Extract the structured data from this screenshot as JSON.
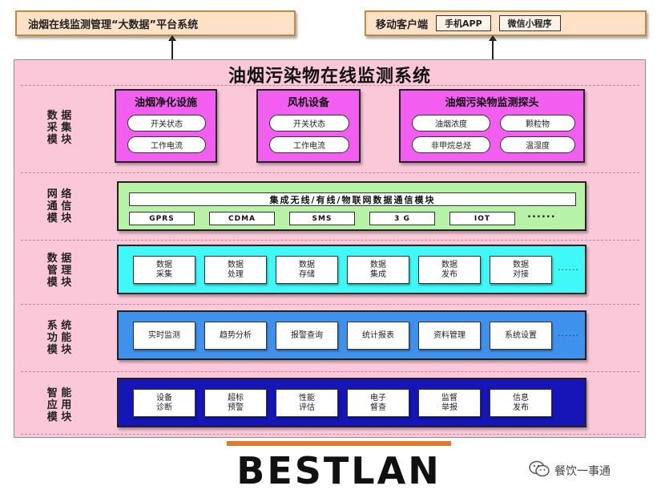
{
  "top": {
    "left_title": "油烟在线监测管理“大数据”平台系统",
    "right_title": "移动客户端",
    "right_items": [
      "手机APP",
      "微信小程序"
    ]
  },
  "main": {
    "title": "油烟污染物在线监测系统",
    "rows": [
      {
        "label": "数据采集模块",
        "label_lines": [
          "数  据",
          "采  集",
          "模  块"
        ],
        "groups": [
          {
            "title": "油烟净化设施",
            "items": [
              "开关状态",
              "工作电流"
            ]
          },
          {
            "title": "风机设备",
            "items": [
              "开关状态",
              "工作电流"
            ]
          },
          {
            "title": "油烟污染物监测探头",
            "items": [
              "油烟浓度",
              "颗粒物",
              "非甲烷总烃",
              "温湿度"
            ]
          }
        ]
      },
      {
        "label": "网络通信模块",
        "label_lines": [
          "网  络",
          "通  信",
          "模  块"
        ],
        "header": "集成无线/有线/物联网数据通信模块",
        "items": [
          "GPRS",
          "CDMA",
          "SMS",
          "3 G",
          "IOT"
        ],
        "more": "......"
      },
      {
        "label": "数据管理模块",
        "label_lines": [
          "数  据",
          "管  理",
          "模  块"
        ],
        "items": [
          [
            "数据",
            "采集"
          ],
          [
            "数据",
            "处理"
          ],
          [
            "数据",
            "存储"
          ],
          [
            "数据",
            "集成"
          ],
          [
            "数据",
            "发布"
          ],
          [
            "数据",
            "对接"
          ]
        ],
        "more": "......"
      },
      {
        "label": "系统功能模块",
        "label_lines": [
          "系  统",
          "功  能",
          "模  块"
        ],
        "items": [
          "实时监测",
          "趋势分析",
          "报警查询",
          "统计报表",
          "资料管理",
          "系统设置"
        ],
        "more": "......"
      },
      {
        "label": "智能应用模块",
        "label_lines": [
          "智  能",
          "应  用",
          "模  块"
        ],
        "items": [
          [
            "设备",
            "诊断"
          ],
          [
            "超标",
            "预警"
          ],
          [
            "性能",
            "评估"
          ],
          [
            "电子",
            "督查"
          ],
          [
            "监督",
            "举报"
          ],
          [
            "信息",
            "发布"
          ]
        ]
      }
    ]
  },
  "brand": {
    "logo_text": "BESTLAN"
  },
  "watermark": {
    "text": "餐饮一事通",
    "icon": "wechat-icon"
  },
  "colors": {
    "top_box": "#fde2c8",
    "panel": "#fbc8da",
    "row1": "#f25ef0",
    "row2": "#b6f3a6",
    "row3": "#3ff8f8",
    "row4": "#3e92ee",
    "row5": "#1515b8",
    "brand_accent": "#e07a2a"
  }
}
